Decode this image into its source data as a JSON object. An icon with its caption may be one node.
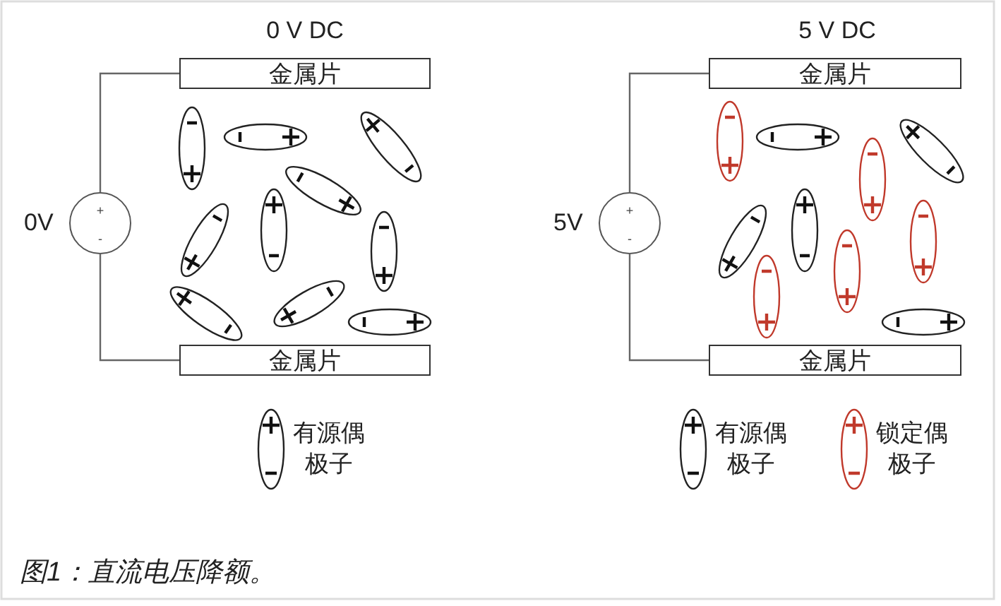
{
  "diagram": {
    "caption": "图1：直流电压降额。",
    "nodes": [
      {
        "text": [
          "金属片"
        ]
      },
      {
        "text": [
          "+",
          "-"
        ],
        "beside": [
          "0V"
        ]
      },
      {
        "text": [
          "金属片"
        ]
      },
      {
        "text": [
          "金属片"
        ]
      },
      {
        "text": [
          "+",
          "-"
        ],
        "beside": [
          "5V"
        ]
      },
      {
        "text": [
          "金属片"
        ]
      }
    ],
    "edges": [
      {
        "from": 1,
        "to": 0,
        "arrow": "none"
      },
      {
        "from": 1,
        "to": 2,
        "arrow": "none"
      },
      {
        "from": 4,
        "to": 3,
        "arrow": "none"
      },
      {
        "from": 4,
        "to": 5,
        "arrow": "none"
      }
    ],
    "labels": [
      "0 V DC",
      "5 V DC"
    ],
    "legend": [
      {
        "text": "有源偶极子"
      },
      {
        "text": "有源偶极子"
      },
      {
        "text": "锁定偶极子"
      }
    ]
  }
}
